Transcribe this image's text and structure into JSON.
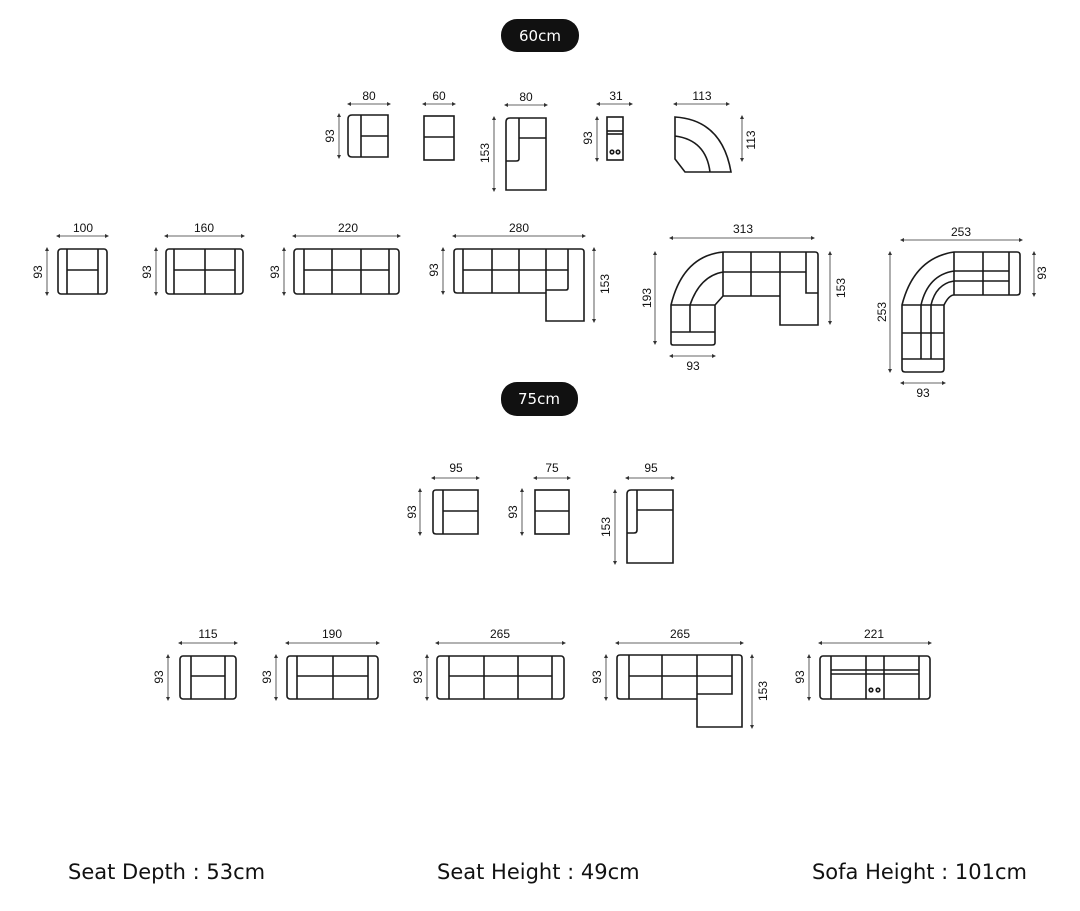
{
  "badges": {
    "first": "60cm",
    "second": "75cm"
  },
  "row1": [
    {
      "w": "80",
      "h": "93"
    },
    {
      "w": "60"
    },
    {
      "w": "80",
      "h": "153"
    },
    {
      "w": "31",
      "h": "93"
    },
    {
      "w": "113",
      "h": "113"
    }
  ],
  "row2": [
    {
      "w": "100",
      "h": "93"
    },
    {
      "w": "160",
      "h": "93"
    },
    {
      "w": "220",
      "h": "93"
    },
    {
      "w": "280",
      "h": "93",
      "h2": "153"
    },
    {
      "w": "313",
      "h": "193",
      "h2": "153",
      "b": "93"
    },
    {
      "w": "253",
      "h": "253",
      "h2": "93",
      "b": "93"
    }
  ],
  "row3": [
    {
      "w": "95",
      "h": "93"
    },
    {
      "w": "75",
      "h": "93"
    },
    {
      "w": "95",
      "h": "153"
    }
  ],
  "row4": [
    {
      "w": "115",
      "h": "93"
    },
    {
      "w": "190",
      "h": "93"
    },
    {
      "w": "265",
      "h": "93"
    },
    {
      "w": "265",
      "h": "93",
      "h2": "153"
    },
    {
      "w": "221",
      "h": "93"
    }
  ],
  "specs": {
    "seat_depth": "Seat Depth : 53cm",
    "seat_height": "Seat Height : 49cm",
    "sofa_height": "Sofa Height : 101cm"
  }
}
